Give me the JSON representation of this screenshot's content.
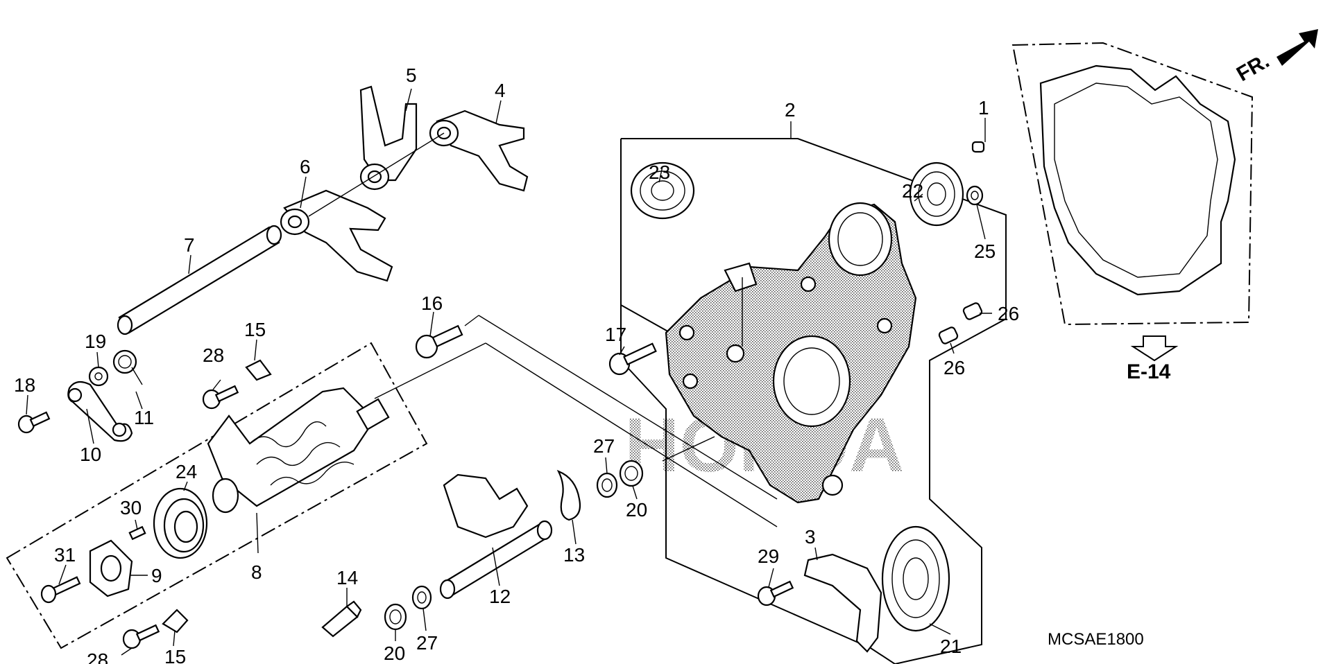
{
  "diagram": {
    "part_labels": [
      "1",
      "2",
      "3",
      "4",
      "5",
      "6",
      "7",
      "8",
      "9",
      "10",
      "11",
      "12",
      "13",
      "14",
      "15",
      "15",
      "16",
      "17",
      "18",
      "19",
      "20",
      "20",
      "21",
      "22",
      "23",
      "24",
      "25",
      "26",
      "26",
      "27",
      "27",
      "28",
      "28",
      "29",
      "30",
      "31"
    ],
    "reference": "E-14",
    "direction": "FR.",
    "code": "MCSAE1800",
    "watermark": "HONDA"
  }
}
